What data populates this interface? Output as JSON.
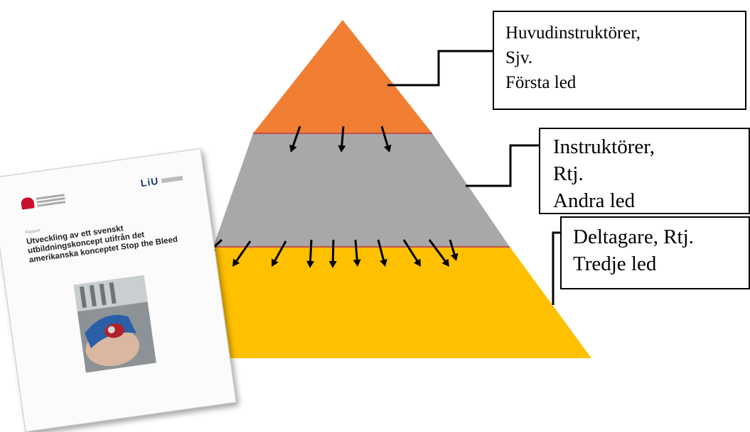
{
  "diagram": {
    "levels": [
      {
        "level": 1,
        "name": "Huvudinstruktörer, Sjv.",
        "step": "Första led",
        "color": "#f07f34"
      },
      {
        "level": 2,
        "name": "Instruktörer, Rtj.",
        "step": "Andra led",
        "color": "#a8a8a8"
      },
      {
        "level": 3,
        "name": "Deltagare, Rtj.",
        "step": "Tredje led",
        "color": "#ffc000"
      }
    ],
    "labels": {
      "box1": {
        "line1": "Huvudinstruktörer,",
        "line2": "Sjv.",
        "line3": "Första led"
      },
      "box2": {
        "line1": "Instruktörer,",
        "line2": "Rtj.",
        "line3": "Andra led"
      },
      "box3": {
        "line1": "Deltagare, Rtj.",
        "line2": "Tredje led"
      }
    },
    "arrows_to_level2": 3,
    "arrows_to_level3": 10,
    "divider_color": "#c0504d"
  },
  "report": {
    "logo_right": "LiU",
    "small_label": "Rapport",
    "title": "Utveckling av ett svenskt utbildningskoncept utifrån det amerikanska konceptet Stop the Bleed"
  }
}
